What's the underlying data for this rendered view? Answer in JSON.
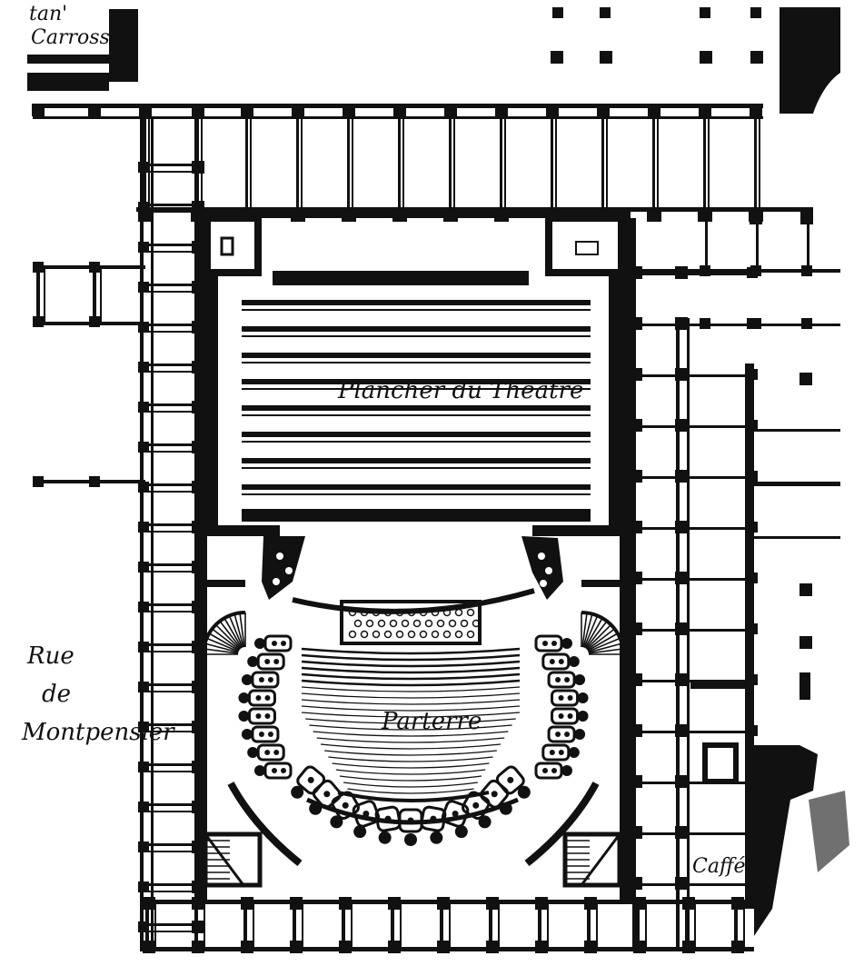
{
  "labels": {
    "top_left_line1": "tan'",
    "top_left_line2": "Carrosse",
    "stage": "Plancher du Théâtre",
    "parterre": "Parterre",
    "street_line1": "Rue",
    "street_line2": "de",
    "street_line3": "Montpensier",
    "cafe": "Caffé"
  },
  "colors": {
    "ink": "#111111",
    "paper": "#ffffff"
  }
}
